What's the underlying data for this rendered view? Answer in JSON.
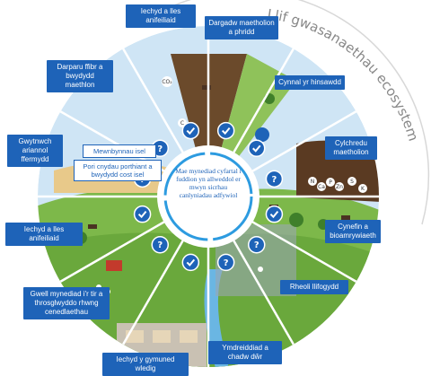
{
  "title": "Llif gwasanaethau ecosystem",
  "center_text": "Mae mynediad cyfartal i fuddion yn allweddol er mwyn sicrhau canlyniadau adfywiol",
  "colors": {
    "label_bg": "#1e63b8",
    "label_text": "#ffffff",
    "inner_ring": "#1e63b8",
    "check": "#1e63b8",
    "sky": "#cfe5f5",
    "grass": "#7db84a",
    "soil": "#6b4a2b"
  },
  "services": [
    "Iechyd a lles anifeiliaid",
    "Dargadw maetholion a phridd",
    "Cynnal yr hinsawdd",
    "Cylchredu maetholion",
    "Cynefin a bioamrywiaeth",
    "Rheoli llifogydd",
    "Ymdreiddiad a chadw dŵr",
    "Iechyd y gymuned wledig",
    "Gwell mynediad i'r tir a throsglwyddo rhwng cenedlaethau",
    "Iechyd a lles anifeiliaid",
    "Gwytnwch ariannol ffermydd",
    "Darparu ffibr a bwydydd maethlon"
  ],
  "tags": [
    "Mewnbynnau isel",
    "Pori cnydau porthiant a bwydydd cost isel"
  ],
  "field_icons": {
    "co2": "CO₂",
    "c": "C",
    "n": "N",
    "ca": "Ca",
    "p": "P",
    "zn": "Zn",
    "s": "S",
    "k": "K"
  },
  "indicators": [
    "check",
    "check",
    "question",
    "check",
    "question",
    "question",
    "check",
    "question",
    "check",
    "question",
    "question",
    "check"
  ]
}
